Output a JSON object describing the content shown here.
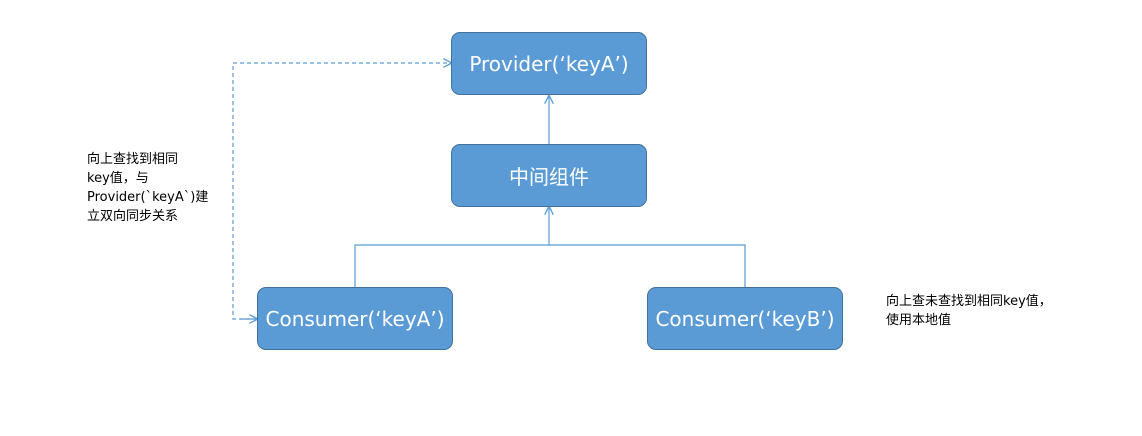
{
  "nodes": {
    "provider": {
      "label": "Provider(‘keyA’)"
    },
    "middle": {
      "label": "中间组件"
    },
    "consumer_a": {
      "label": "Consumer(‘keyA’)"
    },
    "consumer_b": {
      "label": "Consumer(‘keyB’)"
    }
  },
  "notes": {
    "left": {
      "lines": [
        "向上查找到相同",
        "key值，与",
        "Provider(`keyA`)建",
        "立双向同步关系"
      ]
    },
    "right": {
      "lines": [
        "向上查未查找到相同key值，",
        "使用本地值"
      ]
    }
  },
  "colors": {
    "node_fill": "#5b9bd5",
    "node_border": "#41719c",
    "connector": "#5b9bd5",
    "text": "#000000"
  }
}
